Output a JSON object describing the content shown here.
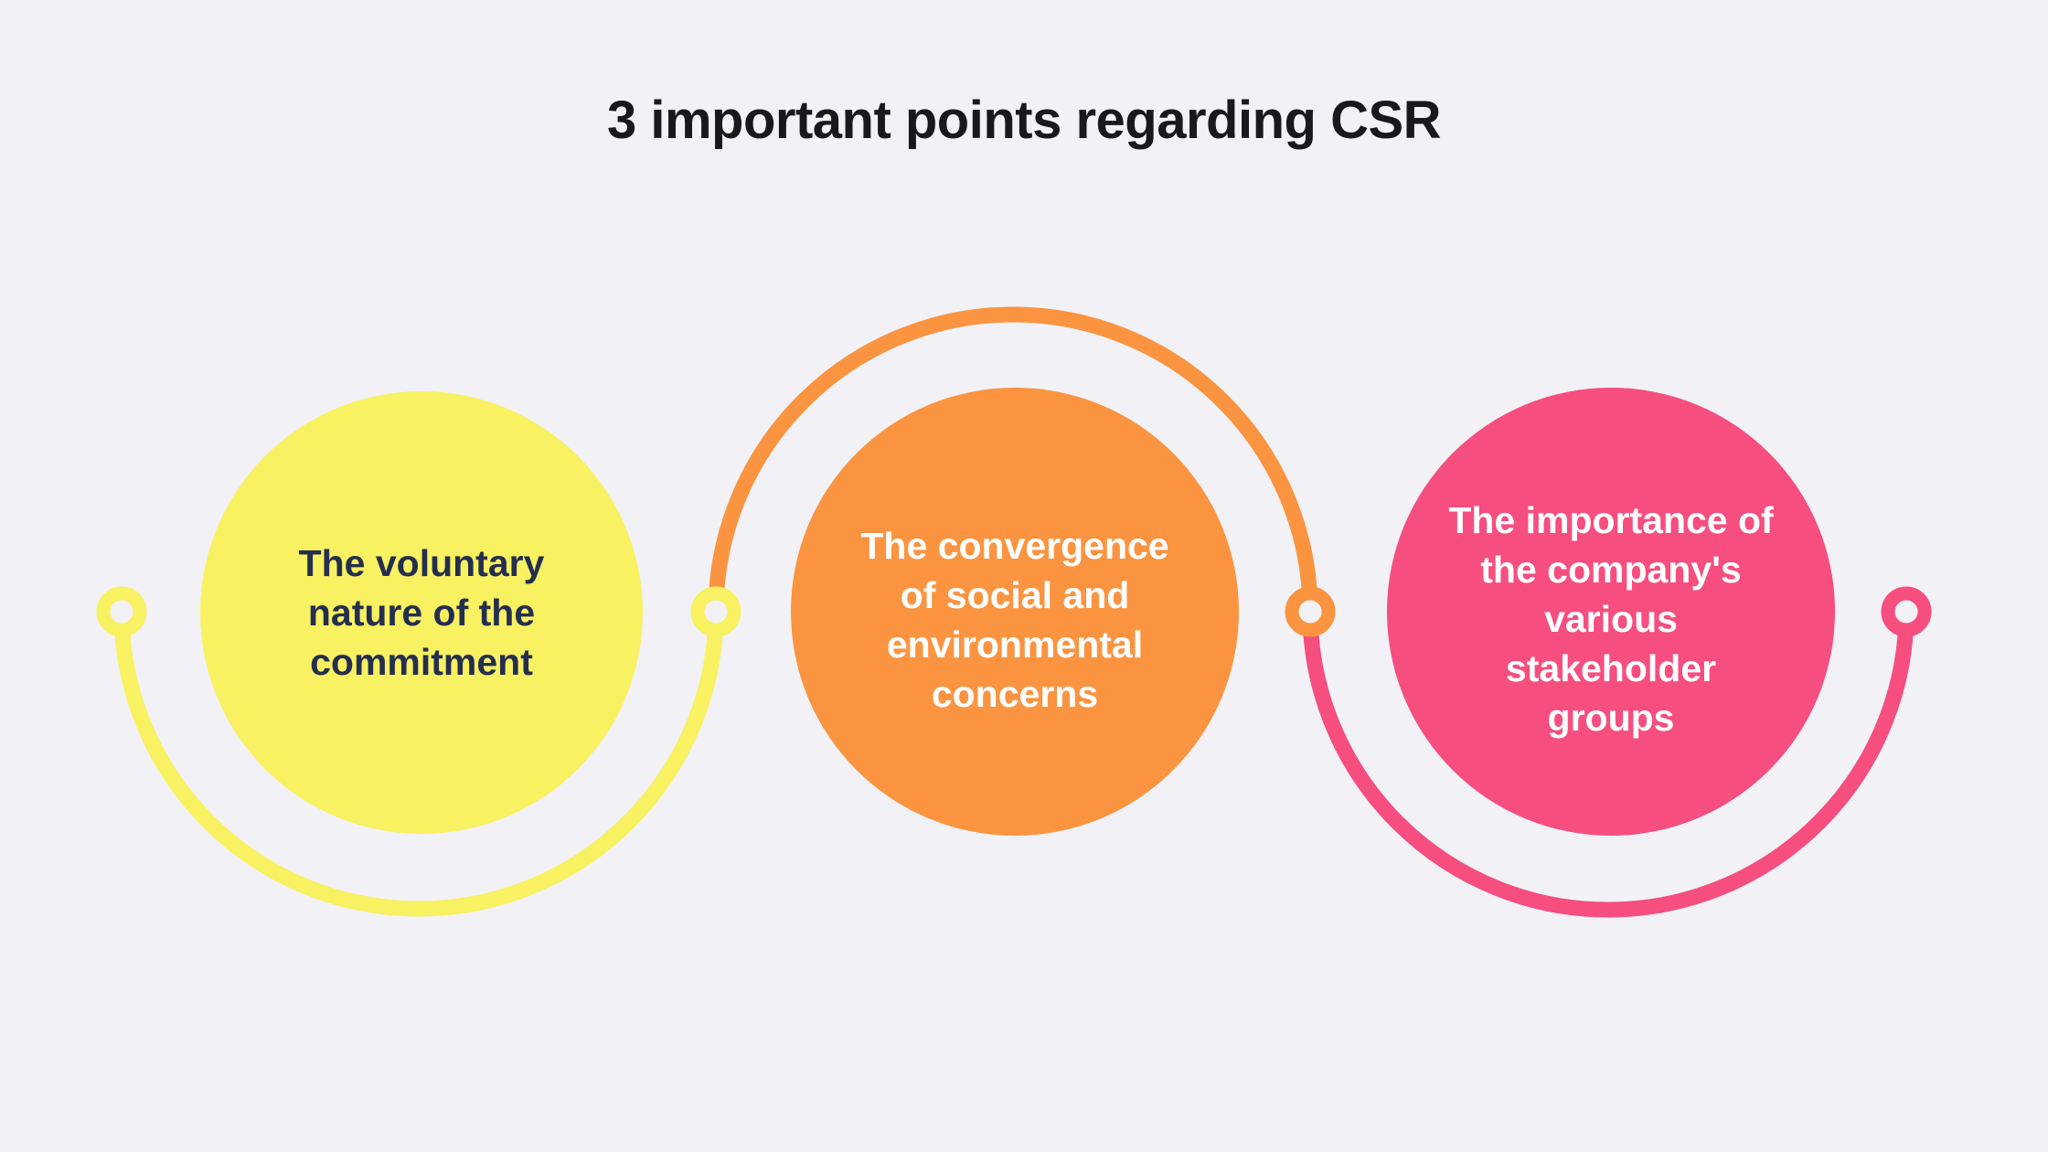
{
  "title": "3 important points regarding CSR",
  "colors": {
    "background": "#f2f1f5",
    "title_text": "#19191d",
    "yellow": "#f8f162",
    "orange": "#fb9440",
    "pink": "#f54e7f",
    "navy_text": "#242e4f",
    "white_text": "#ffffff"
  },
  "diagram": {
    "items": [
      {
        "name": "voluntary-commitment",
        "lines": [
          "The voluntary",
          "nature of the",
          "commitment"
        ],
        "circle_color": "#f8f162",
        "text_color": "#242e4f"
      },
      {
        "name": "social-environmental-convergence",
        "lines": [
          "The convergence",
          "of social and",
          "environmental",
          "concerns"
        ],
        "circle_color": "#fb9440",
        "text_color": "#ffffff"
      },
      {
        "name": "stakeholder-importance",
        "lines": [
          "The importance of",
          "the company's",
          "various",
          "stakeholder",
          "groups"
        ],
        "circle_color": "#f54e7f",
        "text_color": "#ffffff"
      }
    ]
  }
}
